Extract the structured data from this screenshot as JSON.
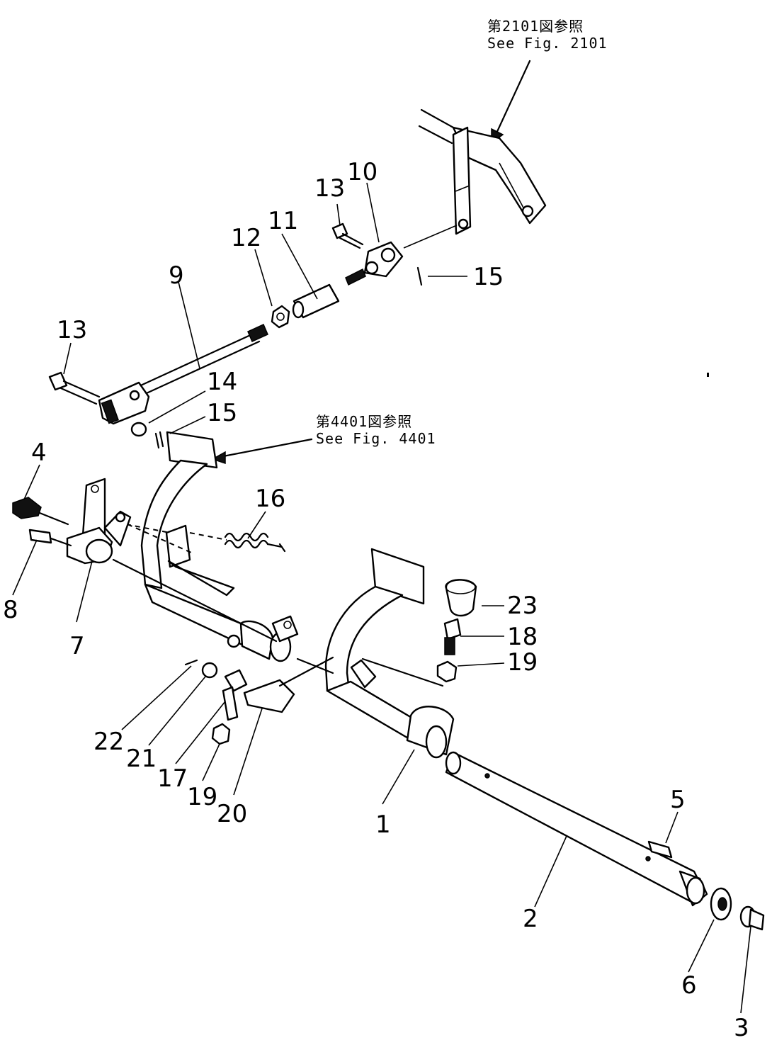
{
  "references": [
    {
      "id": "ref-2101",
      "jp": "第2101図参照",
      "en": "See  Fig. 2101"
    },
    {
      "id": "ref-4401",
      "jp": "第4401図参照",
      "en": "See  Fig. 4401"
    }
  ],
  "callouts": [
    "1",
    "2",
    "3",
    "4",
    "5",
    "6",
    "7",
    "8",
    "9",
    "10",
    "11",
    "12",
    "13",
    "13",
    "14",
    "15",
    "15",
    "16",
    "17",
    "18",
    "19",
    "19",
    "20",
    "21",
    "22",
    "23"
  ]
}
